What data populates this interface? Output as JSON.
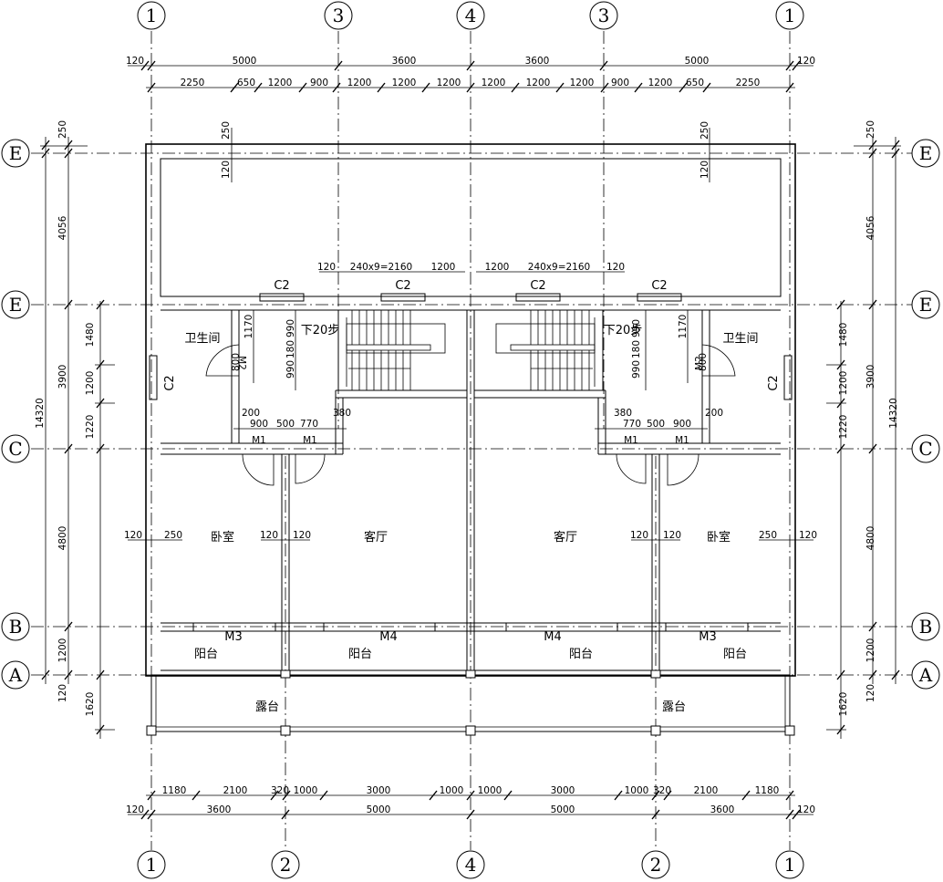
{
  "axes": {
    "top": [
      "1",
      "3",
      "4",
      "3",
      "1"
    ],
    "bottom": [
      "1",
      "2",
      "4",
      "2",
      "1"
    ],
    "left": [
      "E",
      "E",
      "C",
      "B",
      "A"
    ],
    "right": [
      "E",
      "E",
      "C",
      "B",
      "A"
    ]
  },
  "dims": {
    "top_outer": [
      "120",
      "5000",
      "3600",
      "3600",
      "5000",
      "120"
    ],
    "top_inner": [
      "2250",
      "650",
      "1200",
      "900",
      "1200",
      "1200",
      "1200",
      "1200",
      "1200",
      "1200",
      "900",
      "1200",
      "650",
      "2250"
    ],
    "bottom_inner": [
      "1180",
      "2100",
      "320",
      "1000",
      "3000",
      "1000",
      "1000",
      "3000",
      "1000",
      "320",
      "2100",
      "1180"
    ],
    "bottom_outer": [
      "120",
      "3600",
      "5000",
      "5000",
      "3600",
      "120"
    ],
    "left_inner": [
      "250",
      "4056",
      "1480",
      "1200",
      "1220",
      "4800",
      "1200",
      "120",
      "1620"
    ],
    "left_outer": [
      "3900",
      "14320"
    ],
    "right_inner": [
      "250",
      "4056",
      "1480",
      "1200",
      "1220",
      "4800",
      "1200",
      "120",
      "1620"
    ],
    "right_outer": [
      "3900",
      "14320"
    ],
    "interior": {
      "stair_left": [
        "120",
        "240x9=2160",
        "1200"
      ],
      "stair_right": [
        "1200",
        "240x9=2160",
        "120"
      ],
      "wall_250": "250",
      "wall_120": "120",
      "bath_left": [
        "1170",
        "800",
        "990",
        "180",
        "990"
      ],
      "bath_right": [
        "1170",
        "800",
        "990",
        "180",
        "990"
      ],
      "door_left": [
        "200",
        "900",
        "500",
        "770",
        "380"
      ],
      "door_right": [
        "380",
        "770",
        "500",
        "900",
        "200"
      ],
      "bed_left": [
        "120",
        "250",
        "120",
        "120"
      ],
      "bed_right": [
        "120",
        "120",
        "250",
        "120"
      ]
    }
  },
  "rooms": {
    "bath": "卫生间",
    "bedroom": "卧室",
    "living": "客厅",
    "balcony": "阳台",
    "terrace": "露台",
    "stairs_down": "下20步"
  },
  "openings": {
    "c2": "C2",
    "m1": "M1",
    "m2": "M2",
    "m3": "M3",
    "m4": "M4"
  }
}
